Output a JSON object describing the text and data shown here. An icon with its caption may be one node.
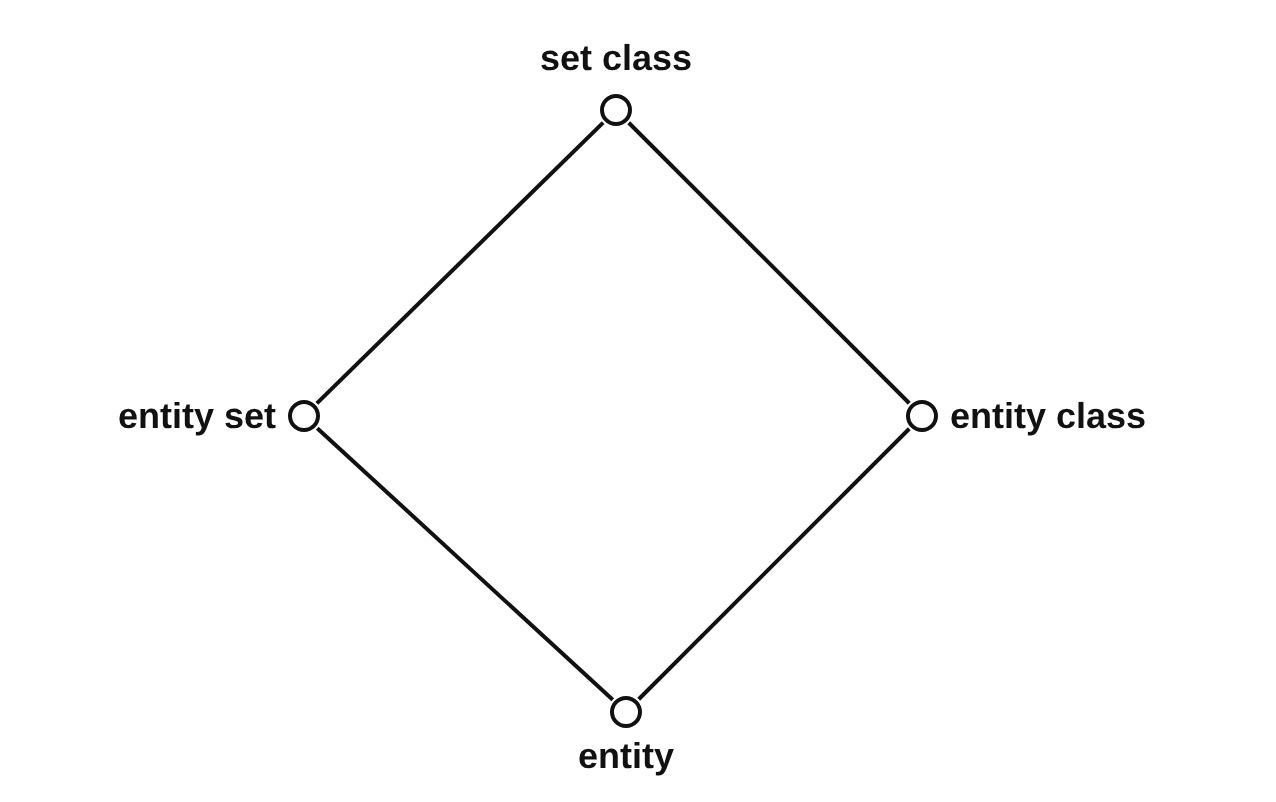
{
  "diagram": {
    "nodes": [
      {
        "text": [],
        "shape": "circle",
        "beside": [
          "set class"
        ]
      },
      {
        "text": [],
        "shape": "circle",
        "beside": [
          "entity set"
        ]
      },
      {
        "text": [],
        "shape": "circle",
        "beside": [
          "entity class"
        ]
      },
      {
        "text": [],
        "shape": "circle",
        "beside": [
          "entity"
        ]
      }
    ],
    "edges": [
      {
        "from": 0,
        "to": 1,
        "arrow": "none"
      },
      {
        "from": 0,
        "to": 2,
        "arrow": "none"
      },
      {
        "from": 1,
        "to": 3,
        "arrow": "none"
      },
      {
        "from": 2,
        "to": 3,
        "arrow": "none"
      }
    ]
  }
}
